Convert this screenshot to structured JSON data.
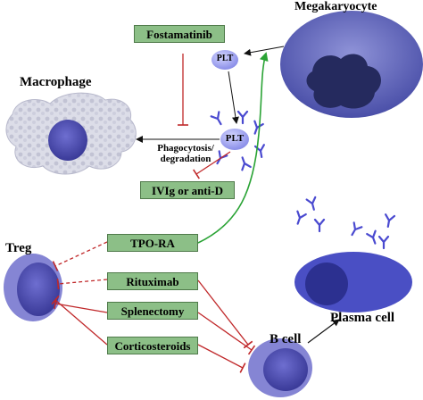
{
  "cells": {
    "megakaryocyte": "Megakaryocyte",
    "macrophage": "Macrophage",
    "treg": "Treg",
    "b_cell": "B cell",
    "plasma_cell": "Plasma cell"
  },
  "platelet": {
    "label": "PLT"
  },
  "process": {
    "line1": "Phagocytosis/",
    "line2": "degradation"
  },
  "drugs": {
    "fostamatinib": "Fostamatinib",
    "ivig": "IVIg or anti-D",
    "tpo_ra": "TPO-RA",
    "rituximab": "Rituximab",
    "splenectomy": "Splenectomy",
    "corticosteroids": "Corticosteroids"
  },
  "colors": {
    "drug_fill": "#8cbf87",
    "inhibit": "#c0282a",
    "stimulate": "#2aa335",
    "cell": "#5a5ab4",
    "antibody": "#4a4ad0"
  }
}
